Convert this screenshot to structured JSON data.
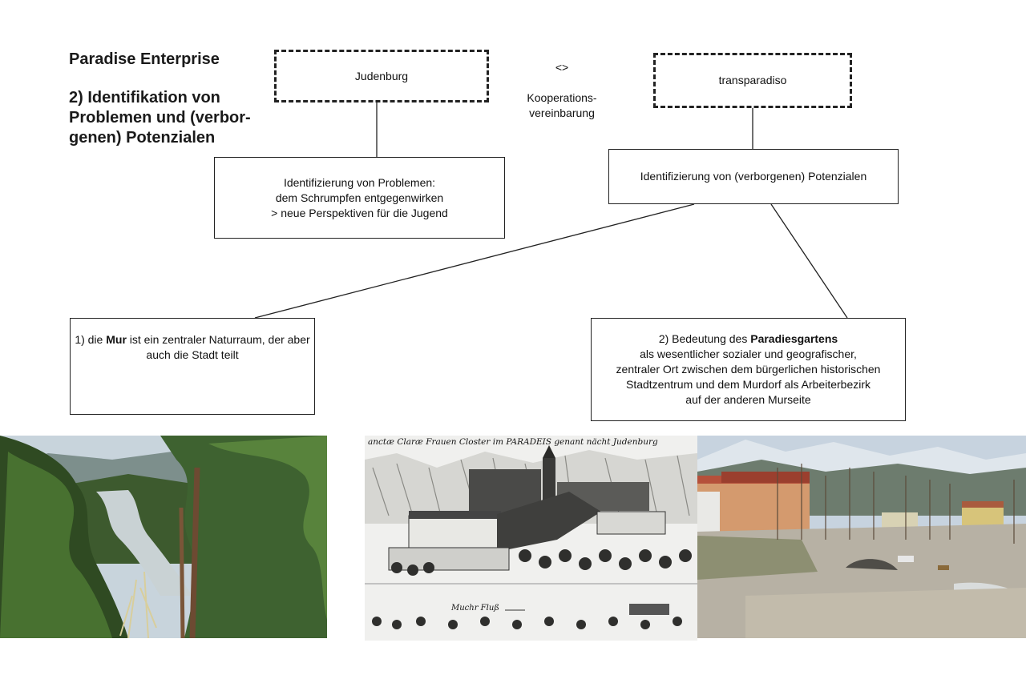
{
  "title": {
    "line1": "Paradise Enterprise",
    "line2": "2) Identifikation von Problemen und (verbor-genen) Potenzialen"
  },
  "nodes": {
    "judenburg": "Judenburg",
    "connector_symbol": "<>",
    "connector_label": "Kooperations- vereinbarung",
    "transparadiso": "transparadiso",
    "problems": {
      "line1": "Identifizierung von Problemen:",
      "line2": "dem Schrumpfen entgegenwirken",
      "line3": "> neue Perspektiven für die Jugend"
    },
    "potentials": "Identifizierung von (verborgenen) Potenzialen",
    "mur": {
      "prefix": "1) die ",
      "bold": "Mur",
      "rest": " ist ein zentraler Naturraum, der aber auch die Stadt teilt"
    },
    "garden": {
      "prefix": "2) Bedeutung des ",
      "bold": "Paradiesgartens",
      "line2": "als wesentlicher sozialer und geografischer,",
      "line3": "zentraler Ort zwischen dem bürgerlichen historischen",
      "line4": "Stadtzentrum und dem Murdorf als Arbeiterbezirk",
      "line5": "auf der anderen Murseite"
    }
  },
  "engraving": {
    "caption": "anctæ Claræ Frauen Closter im PARADEIS genant nächt Judenburg",
    "river_label": "Muchr Fluß"
  },
  "colors": {
    "line": "#222222",
    "forest_dark": "#2f4a22",
    "forest_mid": "#4f7a35",
    "river": "#c9d2d4",
    "sky": "#c8d4dc",
    "roof_red": "#b5503a",
    "ground": "#b7b1a4"
  }
}
